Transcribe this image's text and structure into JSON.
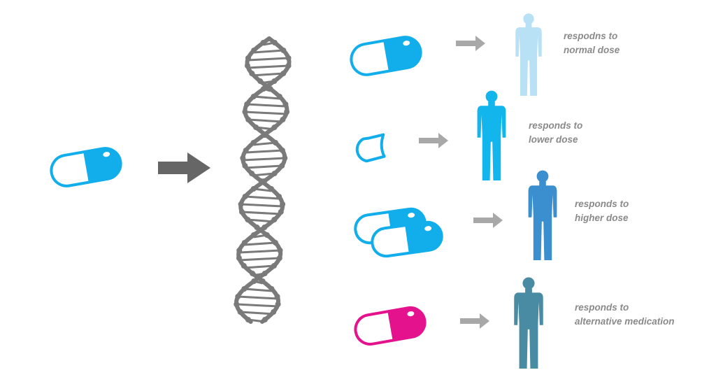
{
  "colors": {
    "arrow_big": "#666666",
    "arrow_small": "#a8a8a8",
    "dna": "#7a7a7a",
    "pill_blue": "#12aeeb",
    "pill_magenta": "#e5128d",
    "person_normal": "#b9e1f6",
    "person_lower": "#13b6ec",
    "person_higher": "#3b8fcf",
    "person_alternative": "#4a8ba4",
    "label_text": "#8a8a8a"
  },
  "outcomes": [
    {
      "id": "normal",
      "line1": "respodns to",
      "line2": "normal dose",
      "dose": "normal dose pill",
      "person_color": "#b9e1f6"
    },
    {
      "id": "lower",
      "line1": "responds to",
      "line2": "lower dose",
      "dose": "half capsule",
      "person_color": "#13b6ec"
    },
    {
      "id": "higher",
      "line1": "responds to",
      "line2": "higher dose",
      "dose": "two pills",
      "person_color": "#3b8fcf"
    },
    {
      "id": "alternative",
      "line1": "responds to",
      "line2": "alternative medication",
      "dose": "magenta pill",
      "person_color": "#4a8ba4"
    }
  ],
  "icons": {
    "input_pill": "capsule-icon",
    "big_arrow": "arrow-right-icon",
    "dna": "dna-helix-icon",
    "person": "person-silhouette-icon"
  }
}
